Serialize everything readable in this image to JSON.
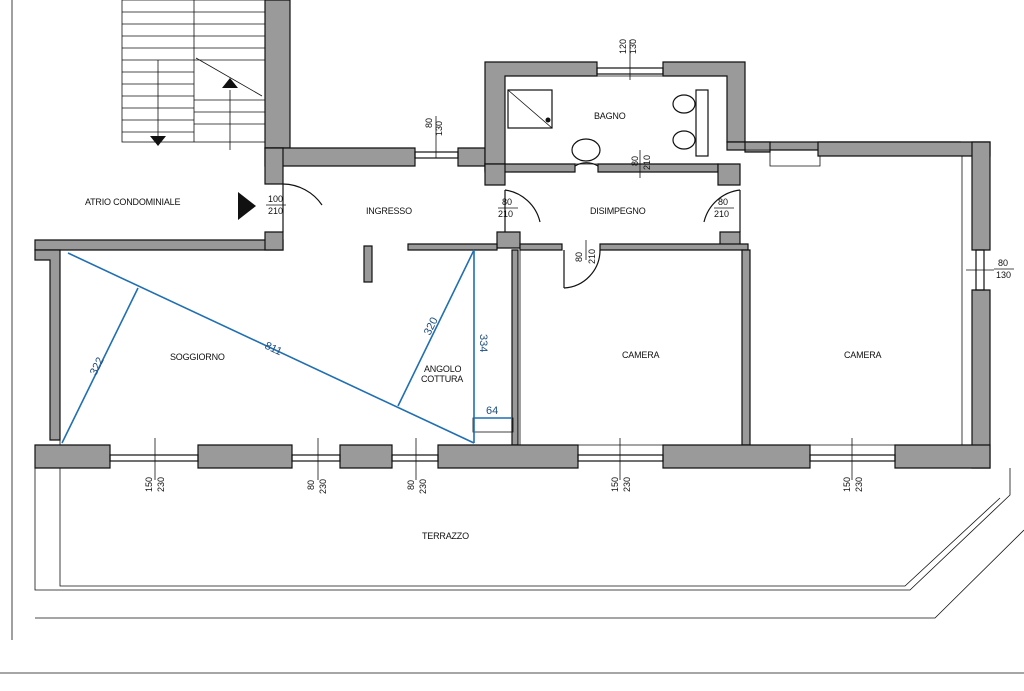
{
  "rooms": {
    "atrio": "ATRIO CONDOMINIALE",
    "ingresso": "INGRESSO",
    "disimpegno": "DISIMPEGNO",
    "bagno": "BAGNO",
    "soggiorno": "SOGGIORNO",
    "angolo_line1": "ANGOLO",
    "angolo_line2": "COTTURA",
    "camera1": "CAMERA",
    "camera2": "CAMERA",
    "terrazzo": "TERRAZZO"
  },
  "dimensions": {
    "entry_door_w": "100",
    "entry_door_h": "210",
    "ingresso_door_w": "80",
    "ingresso_door_h": "210",
    "disimpegno_door_w": "80",
    "disimpegno_door_h": "210",
    "bagno_door_w": "80",
    "bagno_door_h": "210",
    "camera1_door_w": "80",
    "camera1_door_h": "210",
    "top_window_w": "80",
    "top_window_h": "130",
    "bagno_window_w": "120",
    "bagno_window_h": "130",
    "right_window_w": "80",
    "right_window_h": "130",
    "win1_w": "150",
    "win1_h": "230",
    "win2_w": "80",
    "win2_h": "230",
    "win3_w": "80",
    "win3_h": "230",
    "win4_w": "150",
    "win4_h": "230",
    "win5_w": "150",
    "win5_h": "230"
  },
  "measurements": {
    "diagonal": "811",
    "left_width": "322",
    "right_width": "320",
    "height": "334",
    "step": "64"
  },
  "colors": {
    "wall": "#9a9a9a",
    "measure": "#1f6fb2"
  }
}
